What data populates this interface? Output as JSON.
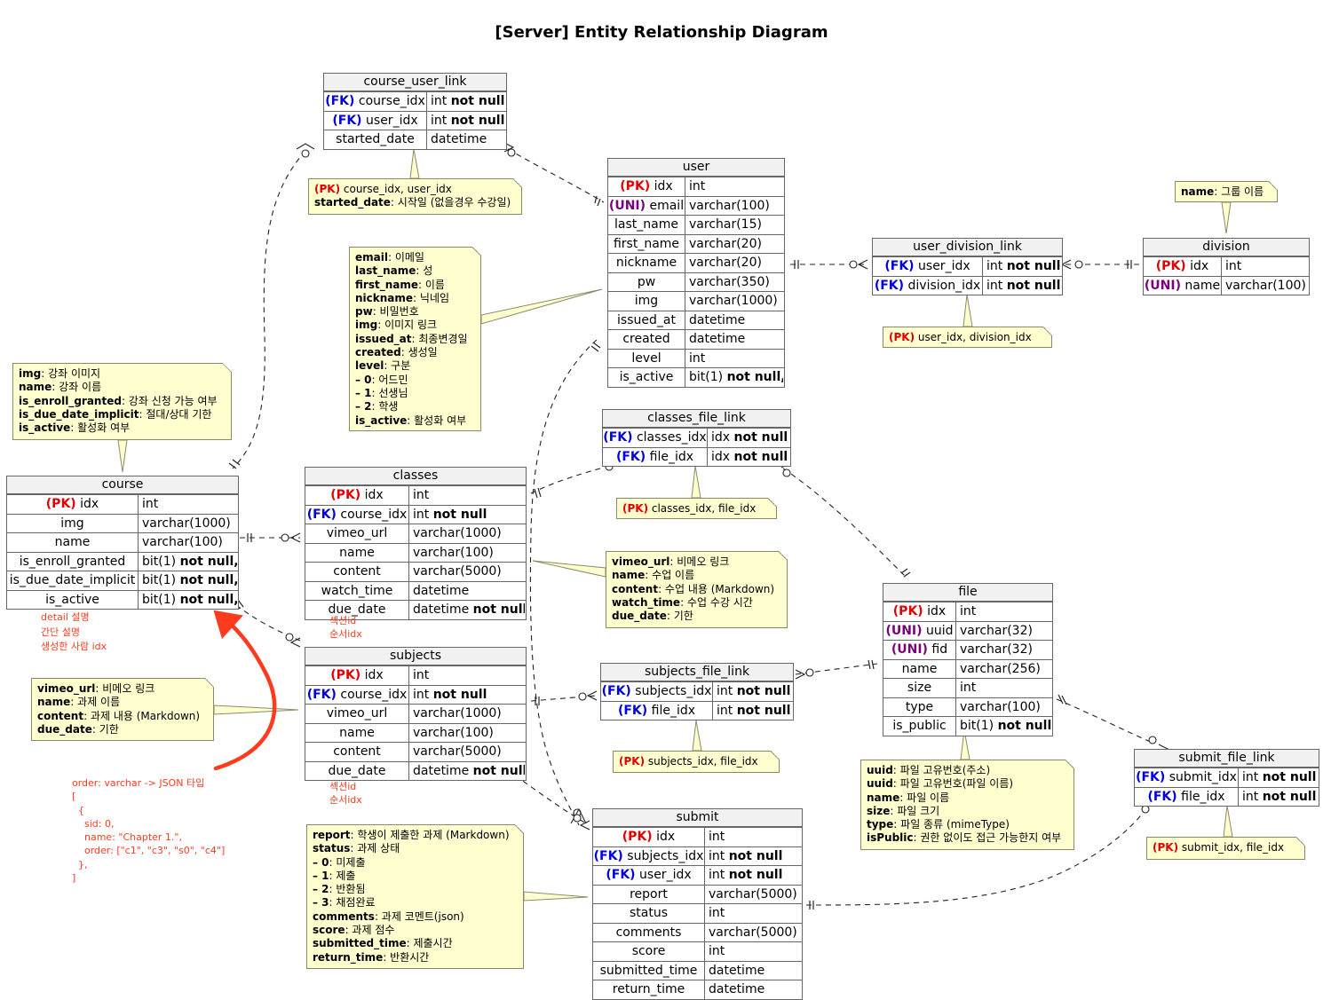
{
  "title": "[Server] Entity Relationship Diagram",
  "entities": {
    "course_user_link": {
      "name": "course_user_link",
      "rows": [
        {
          "tag": "(FK)",
          "tagType": "fk",
          "field": "course_idx",
          "type": "int",
          "constraint": "not null"
        },
        {
          "tag": "(FK)",
          "tagType": "fk",
          "field": "user_idx",
          "type": "int",
          "constraint": "not null"
        },
        {
          "tag": "",
          "tagType": "",
          "field": "started_date",
          "type": "datetime",
          "constraint": ""
        }
      ]
    },
    "user": {
      "name": "user",
      "rows": [
        {
          "tag": "(PK)",
          "tagType": "pk",
          "field": "idx",
          "type": "int",
          "constraint": ""
        },
        {
          "tag": "(UNI)",
          "tagType": "uni",
          "field": "email",
          "type": "varchar(100)",
          "constraint": ""
        },
        {
          "tag": "",
          "tagType": "",
          "field": "last_name",
          "type": "varchar(15)",
          "constraint": ""
        },
        {
          "tag": "",
          "tagType": "",
          "field": "first_name",
          "type": "varchar(20)",
          "constraint": ""
        },
        {
          "tag": "",
          "tagType": "",
          "field": "nickname",
          "type": "varchar(20)",
          "constraint": ""
        },
        {
          "tag": "",
          "tagType": "",
          "field": "pw",
          "type": "varchar(350)",
          "constraint": ""
        },
        {
          "tag": "",
          "tagType": "",
          "field": "img",
          "type": "varchar(1000)",
          "constraint": ""
        },
        {
          "tag": "",
          "tagType": "",
          "field": "issued_at",
          "type": "datetime",
          "constraint": ""
        },
        {
          "tag": "",
          "tagType": "",
          "field": "created",
          "type": "datetime",
          "constraint": ""
        },
        {
          "tag": "",
          "tagType": "",
          "field": "level",
          "type": "int",
          "constraint": ""
        },
        {
          "tag": "",
          "tagType": "",
          "field": "is_active",
          "type": "bit(1)",
          "constraint": "not null,"
        }
      ]
    },
    "user_division_link": {
      "name": "user_division_link",
      "rows": [
        {
          "tag": "(FK)",
          "tagType": "fk",
          "field": "user_idx",
          "type": "int",
          "constraint": "not null"
        },
        {
          "tag": "(FK)",
          "tagType": "fk",
          "field": "division_idx",
          "type": "int",
          "constraint": "not null"
        }
      ]
    },
    "division": {
      "name": "division",
      "rows": [
        {
          "tag": "(PK)",
          "tagType": "pk",
          "field": "idx",
          "type": "int",
          "constraint": ""
        },
        {
          "tag": "(UNI)",
          "tagType": "uni",
          "field": "name",
          "type": "varchar(100)",
          "constraint": ""
        }
      ]
    },
    "course": {
      "name": "course",
      "rows": [
        {
          "tag": "(PK)",
          "tagType": "pk",
          "field": "idx",
          "type": "int",
          "constraint": ""
        },
        {
          "tag": "",
          "tagType": "",
          "field": "img",
          "type": "varchar(1000)",
          "constraint": ""
        },
        {
          "tag": "",
          "tagType": "",
          "field": "name",
          "type": "varchar(100)",
          "constraint": ""
        },
        {
          "tag": "",
          "tagType": "",
          "field": "is_enroll_granted",
          "type": "bit(1)",
          "constraint": "not null,"
        },
        {
          "tag": "",
          "tagType": "",
          "field": "is_due_date_implicit",
          "type": "bit(1)",
          "constraint": "not null,"
        },
        {
          "tag": "",
          "tagType": "",
          "field": "is_active",
          "type": "bit(1)",
          "constraint": "not null,"
        }
      ]
    },
    "classes_file_link": {
      "name": "classes_file_link",
      "rows": [
        {
          "tag": "(FK)",
          "tagType": "fk",
          "field": "classes_idx",
          "type": "idx",
          "constraint": "not null"
        },
        {
          "tag": "(FK)",
          "tagType": "fk",
          "field": "file_idx",
          "type": "idx",
          "constraint": "not null"
        }
      ]
    },
    "classes": {
      "name": "classes",
      "rows": [
        {
          "tag": "(PK)",
          "tagType": "pk",
          "field": "idx",
          "type": "int",
          "constraint": ""
        },
        {
          "tag": "(FK)",
          "tagType": "fk",
          "field": "course_idx",
          "type": "int",
          "constraint": "not null"
        },
        {
          "tag": "",
          "tagType": "",
          "field": "vimeo_url",
          "type": "varchar(1000)",
          "constraint": ""
        },
        {
          "tag": "",
          "tagType": "",
          "field": "name",
          "type": "varchar(100)",
          "constraint": ""
        },
        {
          "tag": "",
          "tagType": "",
          "field": "content",
          "type": "varchar(5000)",
          "constraint": ""
        },
        {
          "tag": "",
          "tagType": "",
          "field": "watch_time",
          "type": "datetime",
          "constraint": ""
        },
        {
          "tag": "",
          "tagType": "",
          "field": "due_date",
          "type": "datetime",
          "constraint": "not null"
        }
      ]
    },
    "file": {
      "name": "file",
      "rows": [
        {
          "tag": "(PK)",
          "tagType": "pk",
          "field": "idx",
          "type": "int",
          "constraint": ""
        },
        {
          "tag": "(UNI)",
          "tagType": "uni",
          "field": "uuid",
          "type": "varchar(32)",
          "constraint": ""
        },
        {
          "tag": "(UNI)",
          "tagType": "uni",
          "field": "fid",
          "type": "varchar(32)",
          "constraint": ""
        },
        {
          "tag": "",
          "tagType": "",
          "field": "name",
          "type": "varchar(256)",
          "constraint": ""
        },
        {
          "tag": "",
          "tagType": "",
          "field": "size",
          "type": "int",
          "constraint": ""
        },
        {
          "tag": "",
          "tagType": "",
          "field": "type",
          "type": "varchar(100)",
          "constraint": ""
        },
        {
          "tag": "",
          "tagType": "",
          "field": "is_public",
          "type": "bit(1)",
          "constraint": "not null"
        }
      ]
    },
    "subjects_file_link": {
      "name": "subjects_file_link",
      "rows": [
        {
          "tag": "(FK)",
          "tagType": "fk",
          "field": "subjects_idx",
          "type": "int",
          "constraint": "not null"
        },
        {
          "tag": "(FK)",
          "tagType": "fk",
          "field": "file_idx",
          "type": "int",
          "constraint": "not null"
        }
      ]
    },
    "subjects": {
      "name": "subjects",
      "rows": [
        {
          "tag": "(PK)",
          "tagType": "pk",
          "field": "idx",
          "type": "int",
          "constraint": ""
        },
        {
          "tag": "(FK)",
          "tagType": "fk",
          "field": "course_idx",
          "type": "int",
          "constraint": "not null"
        },
        {
          "tag": "",
          "tagType": "",
          "field": "vimeo_url",
          "type": "varchar(1000)",
          "constraint": ""
        },
        {
          "tag": "",
          "tagType": "",
          "field": "name",
          "type": "varchar(100)",
          "constraint": ""
        },
        {
          "tag": "",
          "tagType": "",
          "field": "content",
          "type": "varchar(5000)",
          "constraint": ""
        },
        {
          "tag": "",
          "tagType": "",
          "field": "due_date",
          "type": "datetime",
          "constraint": "not null"
        }
      ]
    },
    "submit_file_link": {
      "name": "submit_file_link",
      "rows": [
        {
          "tag": "(FK)",
          "tagType": "fk",
          "field": "submit_idx",
          "type": "int",
          "constraint": "not null"
        },
        {
          "tag": "(FK)",
          "tagType": "fk",
          "field": "file_idx",
          "type": "int",
          "constraint": "not null"
        }
      ]
    },
    "submit": {
      "name": "submit",
      "rows": [
        {
          "tag": "(PK)",
          "tagType": "pk",
          "field": "idx",
          "type": "int",
          "constraint": ""
        },
        {
          "tag": "(FK)",
          "tagType": "fk",
          "field": "subjects_idx",
          "type": "int",
          "constraint": "not null"
        },
        {
          "tag": "(FK)",
          "tagType": "fk",
          "field": "user_idx",
          "type": "int",
          "constraint": "not null"
        },
        {
          "tag": "",
          "tagType": "",
          "field": "report",
          "type": "varchar(5000)",
          "constraint": ""
        },
        {
          "tag": "",
          "tagType": "",
          "field": "status",
          "type": "int",
          "constraint": ""
        },
        {
          "tag": "",
          "tagType": "",
          "field": "comments",
          "type": "varchar(5000)",
          "constraint": ""
        },
        {
          "tag": "",
          "tagType": "",
          "field": "score",
          "type": "int",
          "constraint": ""
        },
        {
          "tag": "",
          "tagType": "",
          "field": "submitted_time",
          "type": "datetime",
          "constraint": ""
        },
        {
          "tag": "",
          "tagType": "",
          "field": "return_time",
          "type": "datetime",
          "constraint": ""
        }
      ]
    }
  },
  "notes": {
    "course_user_link_note": [
      {
        "pk": "(PK)",
        "bold": "",
        "text": " course_idx, user_idx"
      },
      {
        "pk": "",
        "bold": "started_date",
        "text": ": 시작일 (없을경우 수강일)"
      }
    ],
    "user_note": [
      {
        "pk": "",
        "bold": "email",
        "text": ": 이메일"
      },
      {
        "pk": "",
        "bold": "last_name",
        "text": ": 성"
      },
      {
        "pk": "",
        "bold": "first_name",
        "text": ": 이름"
      },
      {
        "pk": "",
        "bold": "nickname",
        "text": ": 닉네임"
      },
      {
        "pk": "",
        "bold": "pw",
        "text": ": 비밀번호"
      },
      {
        "pk": "",
        "bold": "img",
        "text": ": 이미지 링크"
      },
      {
        "pk": "",
        "bold": "issued_at",
        "text": ": 최종변경일"
      },
      {
        "pk": "",
        "bold": "created",
        "text": ": 생성일"
      },
      {
        "pk": "",
        "bold": "level",
        "text": ": 구분"
      },
      {
        "pk": "",
        "bold": "– 0",
        "text": ": 어드민"
      },
      {
        "pk": "",
        "bold": "– 1",
        "text": ": 선생님"
      },
      {
        "pk": "",
        "bold": "– 2",
        "text": ": 학생"
      },
      {
        "pk": "",
        "bold": "is_active",
        "text": ": 활성화 여부"
      }
    ],
    "division_note": [
      {
        "pk": "",
        "bold": "name",
        "text": ": 그룹 이름"
      }
    ],
    "user_division_link_note": [
      {
        "pk": "(PK)",
        "bold": "",
        "text": " user_idx, division_idx"
      }
    ],
    "course_note": [
      {
        "pk": "",
        "bold": "img",
        "text": ": 강좌 이미지"
      },
      {
        "pk": "",
        "bold": "name",
        "text": ": 강좌 이름"
      },
      {
        "pk": "",
        "bold": "is_enroll_granted",
        "text": ": 강좌 신청 가능 여부"
      },
      {
        "pk": "",
        "bold": "is_due_date_implicit",
        "text": ": 절대/상대 기한"
      },
      {
        "pk": "",
        "bold": "is_active",
        "text": ": 활성화 여부"
      }
    ],
    "classes_file_link_note": [
      {
        "pk": "(PK)",
        "bold": "",
        "text": " classes_idx, file_idx"
      }
    ],
    "classes_note": [
      {
        "pk": "",
        "bold": "vimeo_url",
        "text": ": 비메오 링크"
      },
      {
        "pk": "",
        "bold": "name",
        "text": ": 수업 이름"
      },
      {
        "pk": "",
        "bold": "content",
        "text": ": 수업 내용 (Markdown)"
      },
      {
        "pk": "",
        "bold": "watch_time",
        "text": ": 수업 수강 시간"
      },
      {
        "pk": "",
        "bold": "due_date",
        "text": ": 기한"
      }
    ],
    "subjects_note": [
      {
        "pk": "",
        "bold": "vimeo_url",
        "text": ": 비메오 링크"
      },
      {
        "pk": "",
        "bold": "name",
        "text": ": 과제 이름"
      },
      {
        "pk": "",
        "bold": "content",
        "text": ": 과제 내용 (Markdown)"
      },
      {
        "pk": "",
        "bold": "due_date",
        "text": ": 기한"
      }
    ],
    "subjects_file_link_note": [
      {
        "pk": "(PK)",
        "bold": "",
        "text": " subjects_idx, file_idx"
      }
    ],
    "file_note": [
      {
        "pk": "",
        "bold": "uuid",
        "text": ": 파일 고유번호(주소)"
      },
      {
        "pk": "",
        "bold": "uuid",
        "text": ": 파일 고유번호(파일 이름)"
      },
      {
        "pk": "",
        "bold": "name",
        "text": ": 파일 이름"
      },
      {
        "pk": "",
        "bold": "size",
        "text": ": 파일 크기"
      },
      {
        "pk": "",
        "bold": "type",
        "text": ": 파일 종류 (mimeType)"
      },
      {
        "pk": "",
        "bold": "isPublic",
        "text": ": 권한 없이도 접근 가능한지 여부"
      }
    ],
    "submit_file_link_note": [
      {
        "pk": "(PK)",
        "bold": "",
        "text": " submit_idx, file_idx"
      }
    ],
    "submit_note": [
      {
        "pk": "",
        "bold": "report",
        "text": ": 학생이 제출한 과제 (Markdown)"
      },
      {
        "pk": "",
        "bold": "status",
        "text": ": 과제 상태"
      },
      {
        "pk": "",
        "bold": "– 0",
        "text": ": 미제출"
      },
      {
        "pk": "",
        "bold": "– 1",
        "text": ": 제출"
      },
      {
        "pk": "",
        "bold": "– 2",
        "text": ": 반환됨"
      },
      {
        "pk": "",
        "bold": "– 3",
        "text": ": 채점완료"
      },
      {
        "pk": "",
        "bold": "comments",
        "text": ": 과제 코멘트(json)"
      },
      {
        "pk": "",
        "bold": "score",
        "text": ": 과제 점수"
      },
      {
        "pk": "",
        "bold": "submitted_time",
        "text": ": 제출시간"
      },
      {
        "pk": "",
        "bold": "return_time",
        "text": ": 반환시간"
      }
    ]
  },
  "annotations": {
    "course_extra": [
      "detail 설명",
      "간단 설명",
      "생성한 사람 idx"
    ],
    "classes_extra": [
      "섹션id",
      "순서idx"
    ],
    "subjects_extra": [
      "섹션id",
      "순서idx"
    ],
    "order_json": [
      "order: varchar -> JSON 타입",
      "[",
      "  {",
      "    sid: 0,",
      "    name: \"Chapter 1.\",",
      "    order: [\"c1\", \"c3\", \"s0\", \"c4\"]",
      "  },",
      "]"
    ]
  },
  "colors": {
    "pk": "#e00000",
    "fk": "#0000dd",
    "uni": "#7a007a",
    "note_bg": "#fefece",
    "annotation": "#ff3b1f",
    "header_bg": "#f1f1f1"
  }
}
